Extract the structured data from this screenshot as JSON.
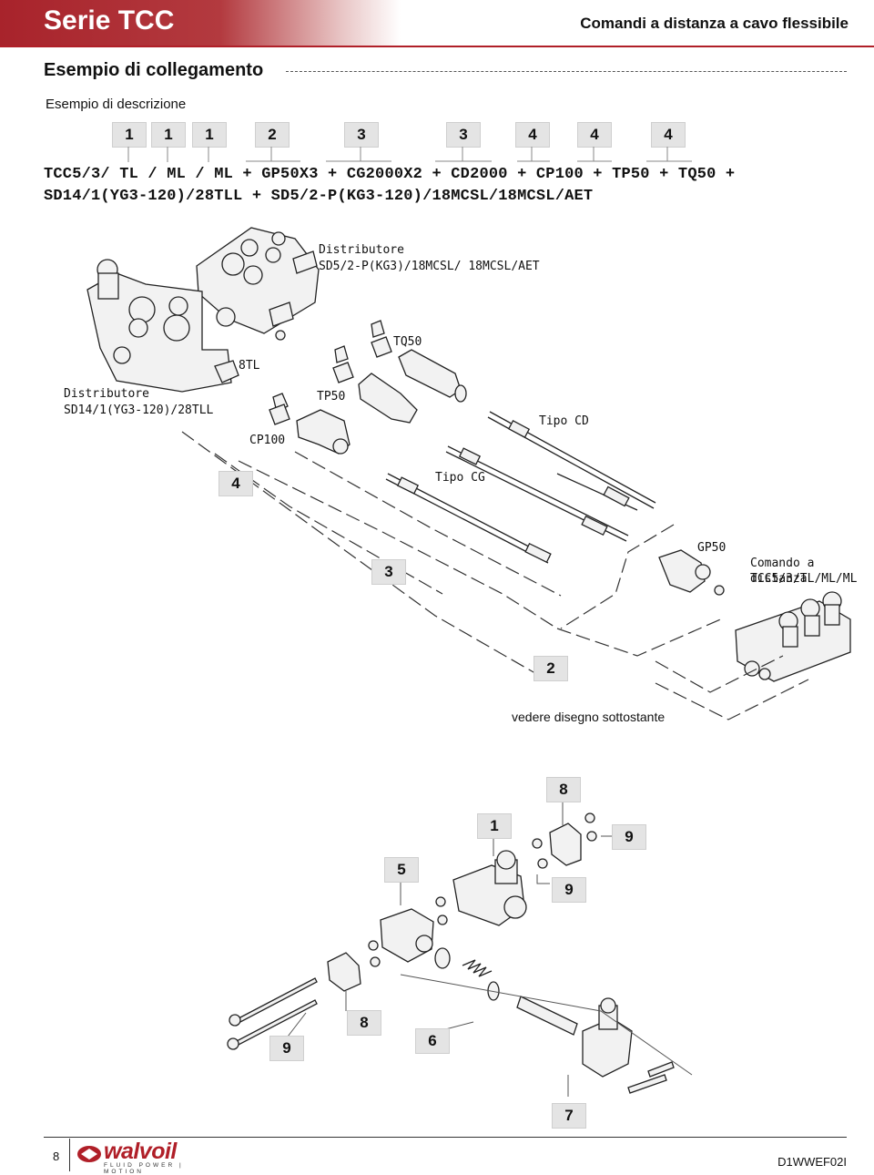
{
  "header": {
    "series": "Serie TCC",
    "subtitle": "Comandi a distanza a cavo flessibile"
  },
  "section": {
    "title": "Esempio di collegamento"
  },
  "description": {
    "title": "Esempio di descrizione",
    "badges": [
      "1",
      "1",
      "1",
      "2",
      "3",
      "3",
      "4",
      "4",
      "4"
    ],
    "line1": "TCC5/3/ TL / ML / ML + GP50X3 + CG2000X2 + CD2000 + CP100 + TP50  + TQ50 +",
    "line2": "SD14/1(YG3-120)/28TLL + SD5/2-P(KG3-120)/18MCSL/18MCSL/AET"
  },
  "diagram": {
    "distributor_top": {
      "line1": "Distributore",
      "line2": "SD5/2-P(KG3)/18MCSL/ 18MCSL/AET"
    },
    "distributor_left": {
      "line1": "Distributore",
      "line2": "SD14/1(YG3-120)/28TLL"
    },
    "labels": {
      "tq50": "TQ50",
      "tl8": "8TL",
      "tp50": "TP50",
      "cp100": "CP100",
      "tipo_cd": "Tipo CD",
      "tipo_cg": "Tipo CG",
      "gp50": "GP50"
    },
    "remote": {
      "line1": "Comando a distanza",
      "line2": "TCC5/3/TL/ML/ML"
    },
    "callouts": {
      "c4": "4",
      "c3": "3",
      "c2": "2"
    },
    "note": "vedere disegno sottostante"
  },
  "exploded": {
    "n8a": "8",
    "n1": "1",
    "n9a": "9",
    "n5": "5",
    "n9b": "9",
    "n9c": "9",
    "n8b": "8",
    "n6": "6",
    "n7": "7"
  },
  "footer": {
    "page": "8",
    "brand": "walvoil",
    "brand_tagline": "FLUID POWER | MOTION",
    "doc_code": "D1WWEF02I"
  }
}
